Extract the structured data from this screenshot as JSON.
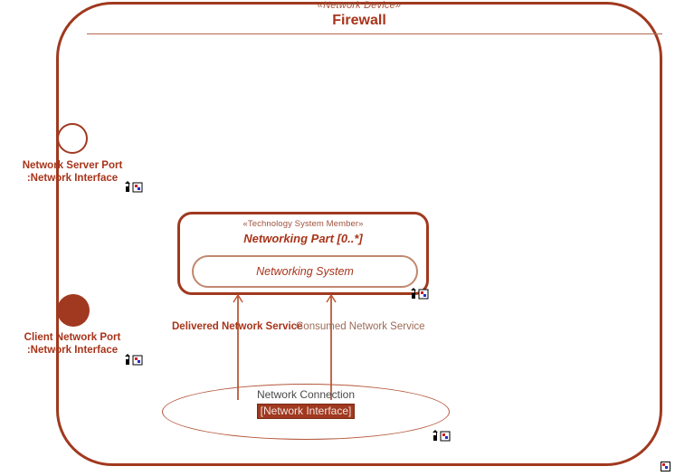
{
  "diagram": {
    "type": "uml-internal-block-diagram",
    "frame": {
      "stereotype": "«Network Device»",
      "title": "Firewall"
    },
    "ports": [
      {
        "name": "server-port",
        "label_line1": "Network Server Port",
        "label_line2": ":Network Interface",
        "shape": "open-circle"
      },
      {
        "name": "client-port",
        "label_line1": "Client Network Port",
        "label_line2": ":Network Interface",
        "shape": "filled-circle"
      }
    ],
    "part": {
      "stereotype": "«Technology System Member»",
      "title": "Networking Part [0..*]",
      "inner_label": "Networking System"
    },
    "connections": [
      {
        "name": "delivered",
        "label": "Delivered Network Service"
      },
      {
        "name": "consumed",
        "label": "Consumed Network Service"
      }
    ],
    "association": {
      "title": "Network Connection",
      "subtitle": "[Network Interface]"
    },
    "icons": {
      "anchor_marker": "anchor-square-marker",
      "square_marker": "square-marker"
    },
    "colors": {
      "frame_border": "#a0391f",
      "title_text": "#a8341a",
      "stereotype_text": "#a0533c",
      "line": "#c06a4c",
      "ellipse_border": "#b4563a",
      "highlight_bg": "#a0391f",
      "highlight_text": "#f2e2dd",
      "neutral_text": "#4a4a4a",
      "background": "#ffffff"
    }
  }
}
